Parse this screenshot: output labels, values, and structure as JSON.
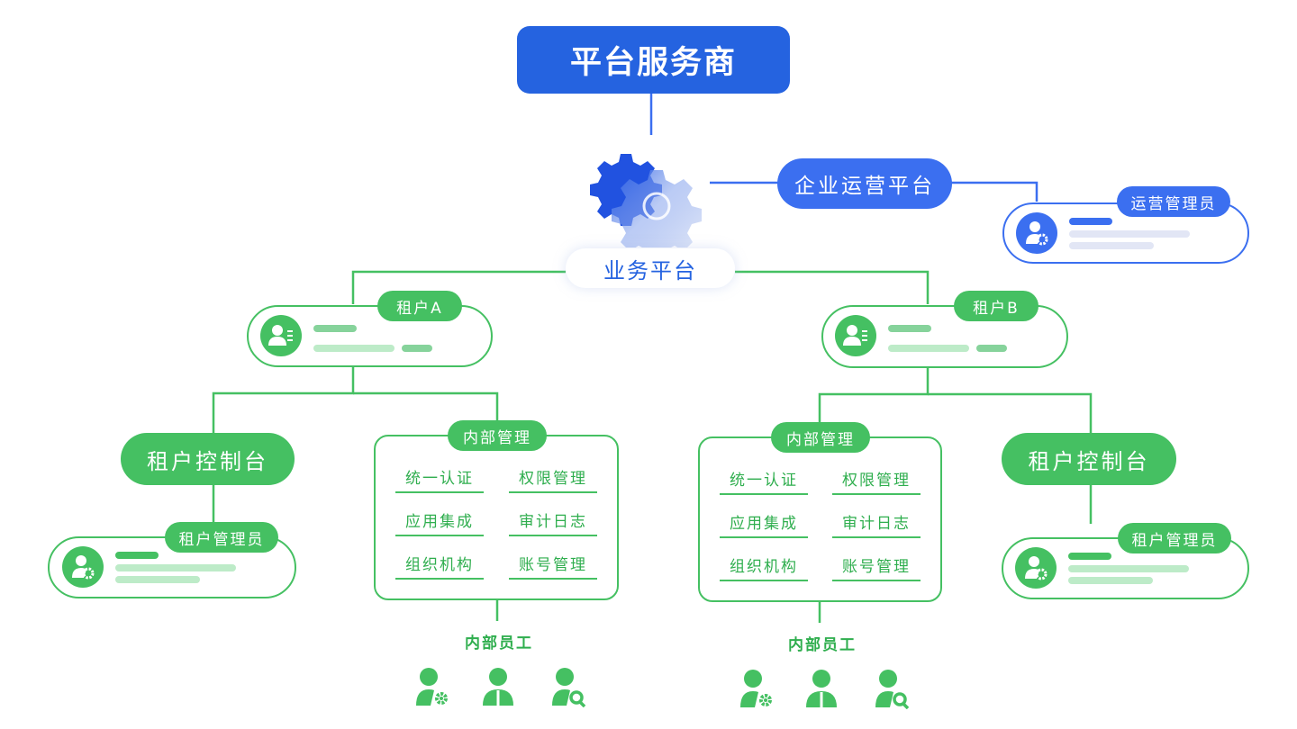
{
  "colors": {
    "blue": "#2563e0",
    "blue_light": "#3b6ff0",
    "green": "#45c062",
    "green_text": "#2fae4e"
  },
  "top": {
    "title": "平台服务商"
  },
  "platform": {
    "label": "业务平台",
    "icon": "gear-icon"
  },
  "enterprise": {
    "label": "企业运营平台",
    "admin_card": {
      "tag": "运营管理员",
      "icon": "user-gear-icon"
    }
  },
  "tenants": [
    {
      "tag": "租户A",
      "icon": "user-list-icon",
      "console": {
        "label": "租户控制台",
        "admin_tag": "租户管理员",
        "admin_icon": "user-gear-icon"
      },
      "internal": {
        "title": "内部管理",
        "items": [
          "统一认证",
          "权限管理",
          "应用集成",
          "审计日志",
          "组织机构",
          "账号管理"
        ],
        "staff_label": "内部员工",
        "staff_icons": [
          "user-gear-icon",
          "user-tie-icon",
          "user-search-icon"
        ]
      }
    },
    {
      "tag": "租户B",
      "icon": "user-list-icon",
      "console": {
        "label": "租户控制台",
        "admin_tag": "租户管理员",
        "admin_icon": "user-gear-icon"
      },
      "internal": {
        "title": "内部管理",
        "items": [
          "统一认证",
          "权限管理",
          "应用集成",
          "审计日志",
          "组织机构",
          "账号管理"
        ],
        "staff_label": "内部员工",
        "staff_icons": [
          "user-gear-icon",
          "user-tie-icon",
          "user-search-icon"
        ]
      }
    }
  ]
}
